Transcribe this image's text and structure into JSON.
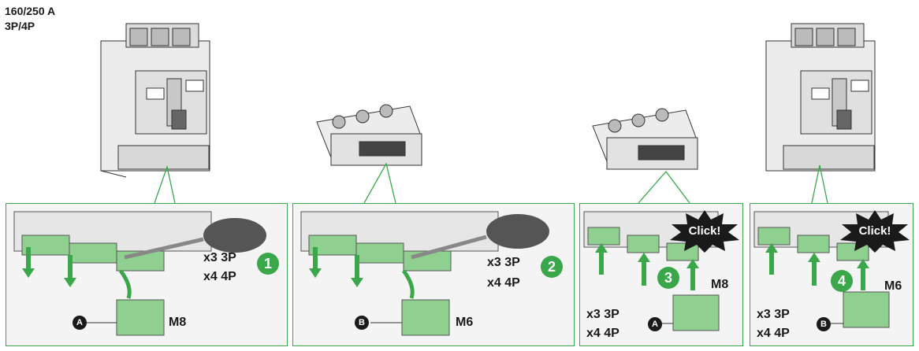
{
  "header": {
    "rating": "160/250 A",
    "poles": "3P/4P"
  },
  "panels": [
    {
      "step": "1",
      "qty_3p": "x3 3P",
      "qty_4p": "x4 4P",
      "label": "A",
      "screw": "M8"
    },
    {
      "step": "2",
      "qty_3p": "x3 3P",
      "qty_4p": "x4 4P",
      "label": "B",
      "screw": "M6"
    },
    {
      "step": "3",
      "qty_3p": "x3 3P",
      "qty_4p": "x4 4P",
      "label": "A",
      "screw": "M8",
      "click": "Click!"
    },
    {
      "step": "4",
      "qty_3p": "x3 3P",
      "qty_4p": "x4 4P",
      "label": "B",
      "screw": "M6",
      "click": "Click!"
    }
  ],
  "colors": {
    "accent": "#3aa84a",
    "outline": "#3aa84a",
    "dark": "#1a1a1a"
  }
}
